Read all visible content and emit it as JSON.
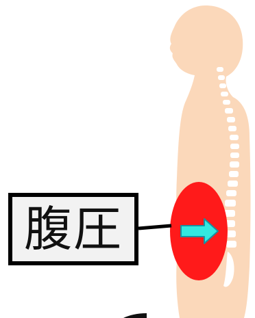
{
  "label": {
    "text": "腹圧"
  },
  "colors": {
    "body_fill": "#fbd8ba",
    "spine": "#ffffff",
    "pressure_zone": "#ff1a1a",
    "arrow_fill": "#33e8e0",
    "arrow_stroke": "#1a8fa0",
    "label_border": "#000000",
    "label_fill": "#f2f2f2",
    "connector": "#000000"
  },
  "icons": [
    "human-silhouette",
    "spine",
    "pressure-arrow-icon"
  ]
}
